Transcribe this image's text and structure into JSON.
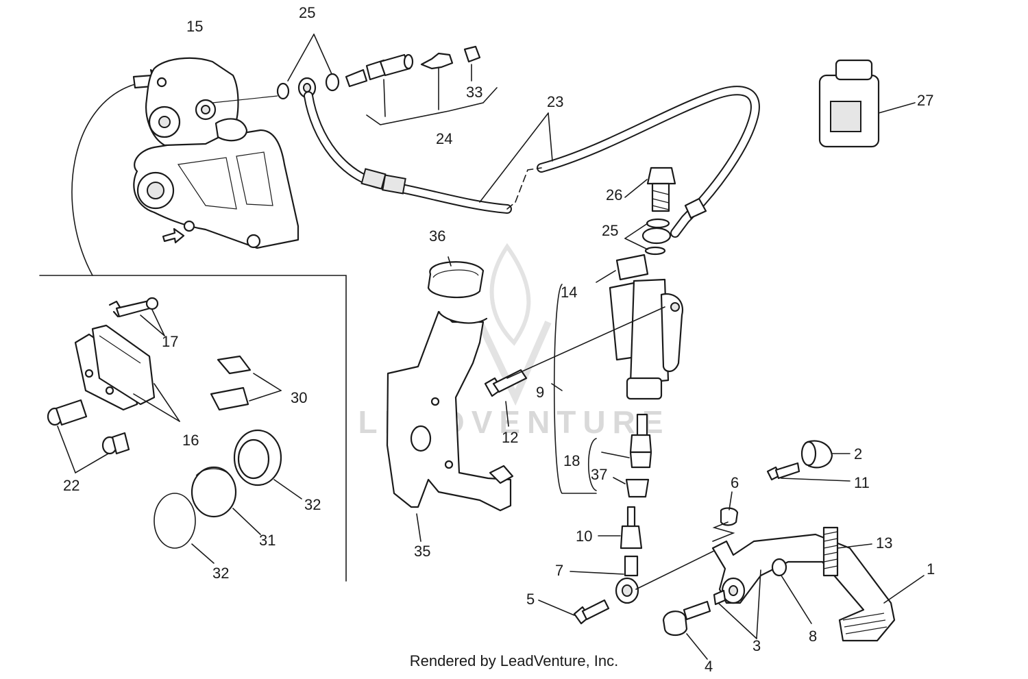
{
  "watermark": "LEADVENTURE",
  "footer": "Rendered by LeadVenture, Inc.",
  "callouts": [
    "1",
    "2",
    "3",
    "4",
    "5",
    "6",
    "7",
    "8",
    "9",
    "10",
    "11",
    "12",
    "13",
    "14",
    "15",
    "16",
    "17",
    "18",
    "22",
    "23",
    "24",
    "25",
    "25",
    "26",
    "27",
    "30",
    "31",
    "32",
    "32",
    "33",
    "35",
    "36",
    "37"
  ]
}
